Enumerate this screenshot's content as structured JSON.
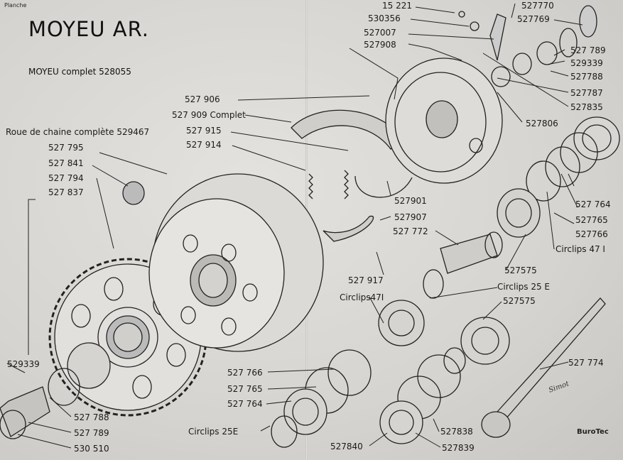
{
  "header": {
    "planche": "Planche",
    "title": "MOYEU AR.",
    "subtitle": "MOYEU complet 528055"
  },
  "labels": {
    "l15221": "15 221",
    "l530356": "530356",
    "l527007": "527007",
    "l527908": "527908",
    "l527770": "527770",
    "l527769": "527769",
    "l527789a": "527 789",
    "l529339a": "529339",
    "l527788a": "527788",
    "l527787": "527787",
    "l527835": "527835",
    "l527806": "527806",
    "l527906": "527 906",
    "l527909": "527 909 Complet",
    "l527915": "527 915",
    "l527914": "527 914",
    "l529467": "Roue de chaine complète 529467",
    "l527795": "527 795",
    "l527841": "527 841",
    "l527794": "527 794",
    "l527837": "527 837",
    "l527901": "527901",
    "l527907": "527907",
    "l527772": "527 772",
    "l527764a": "527 764",
    "l527765a": "527765",
    "l527766a": "527766",
    "lcirc47a": "Circlips 47 I",
    "l527575a": "527575",
    "lcirc25a": "Circlips 25 E",
    "l527575b": "527575",
    "l527917": "527 917",
    "lcirc47b": "Circlips47I",
    "l527774": "527 774",
    "l529339b": "529339",
    "l527766b": "527 766",
    "l527765b": "527 765",
    "l527764b": "527 764",
    "l527788b": "527 788",
    "l527789b": "527 789",
    "l530510": "530 510",
    "lcirc25b": "Circlips 25E",
    "l527840": "527840",
    "l527838": "527838",
    "l527839": "527839"
  },
  "logo": "BuroTec",
  "signature": "Simot"
}
